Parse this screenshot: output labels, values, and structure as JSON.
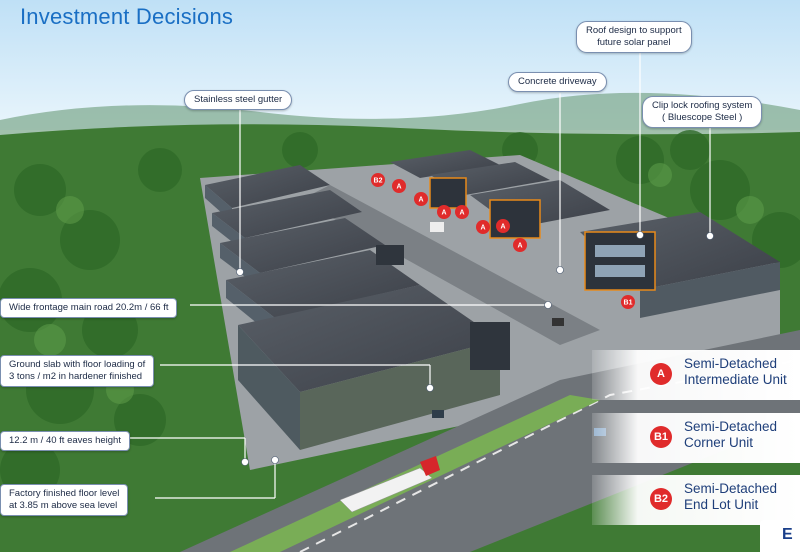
{
  "title": "Investment Decisions",
  "callouts": {
    "gutter": "Stainless steel gutter",
    "driveway": "Concrete driveway",
    "roof_design": [
      "Roof design to support",
      "future solar panel"
    ],
    "clip_lock": [
      "Clip lock roofing system",
      "( Bluescope Steel )"
    ],
    "frontage": "Wide frontage main road 20.2m / 66 ft",
    "ground_slab": [
      "Ground slab with floor loading of",
      "3 tons / m2 in hardener finished"
    ],
    "eaves": "12.2 m / 40 ft eaves height",
    "floor_level": [
      "Factory finished floor level",
      "at 3.85 m above sea level"
    ]
  },
  "legend": [
    {
      "code": "A",
      "line1": "Semi-Detached",
      "line2": "Intermediate Unit"
    },
    {
      "code": "B1",
      "line1": "Semi-Detached",
      "line2": "Corner Unit"
    },
    {
      "code": "B2",
      "line1": "Semi-Detached",
      "line2": "End Lot Unit"
    }
  ],
  "map_badges": [
    "B2",
    "A",
    "A",
    "A",
    "A",
    "A",
    "A",
    "A",
    "B1"
  ],
  "logo_text": "E",
  "colors": {
    "title": "#1a6fc4",
    "badge": "#e02b2b",
    "legend_text": "#1f3f7a",
    "roof": "#4a4f58",
    "accent_orange": "#e88a1a"
  }
}
